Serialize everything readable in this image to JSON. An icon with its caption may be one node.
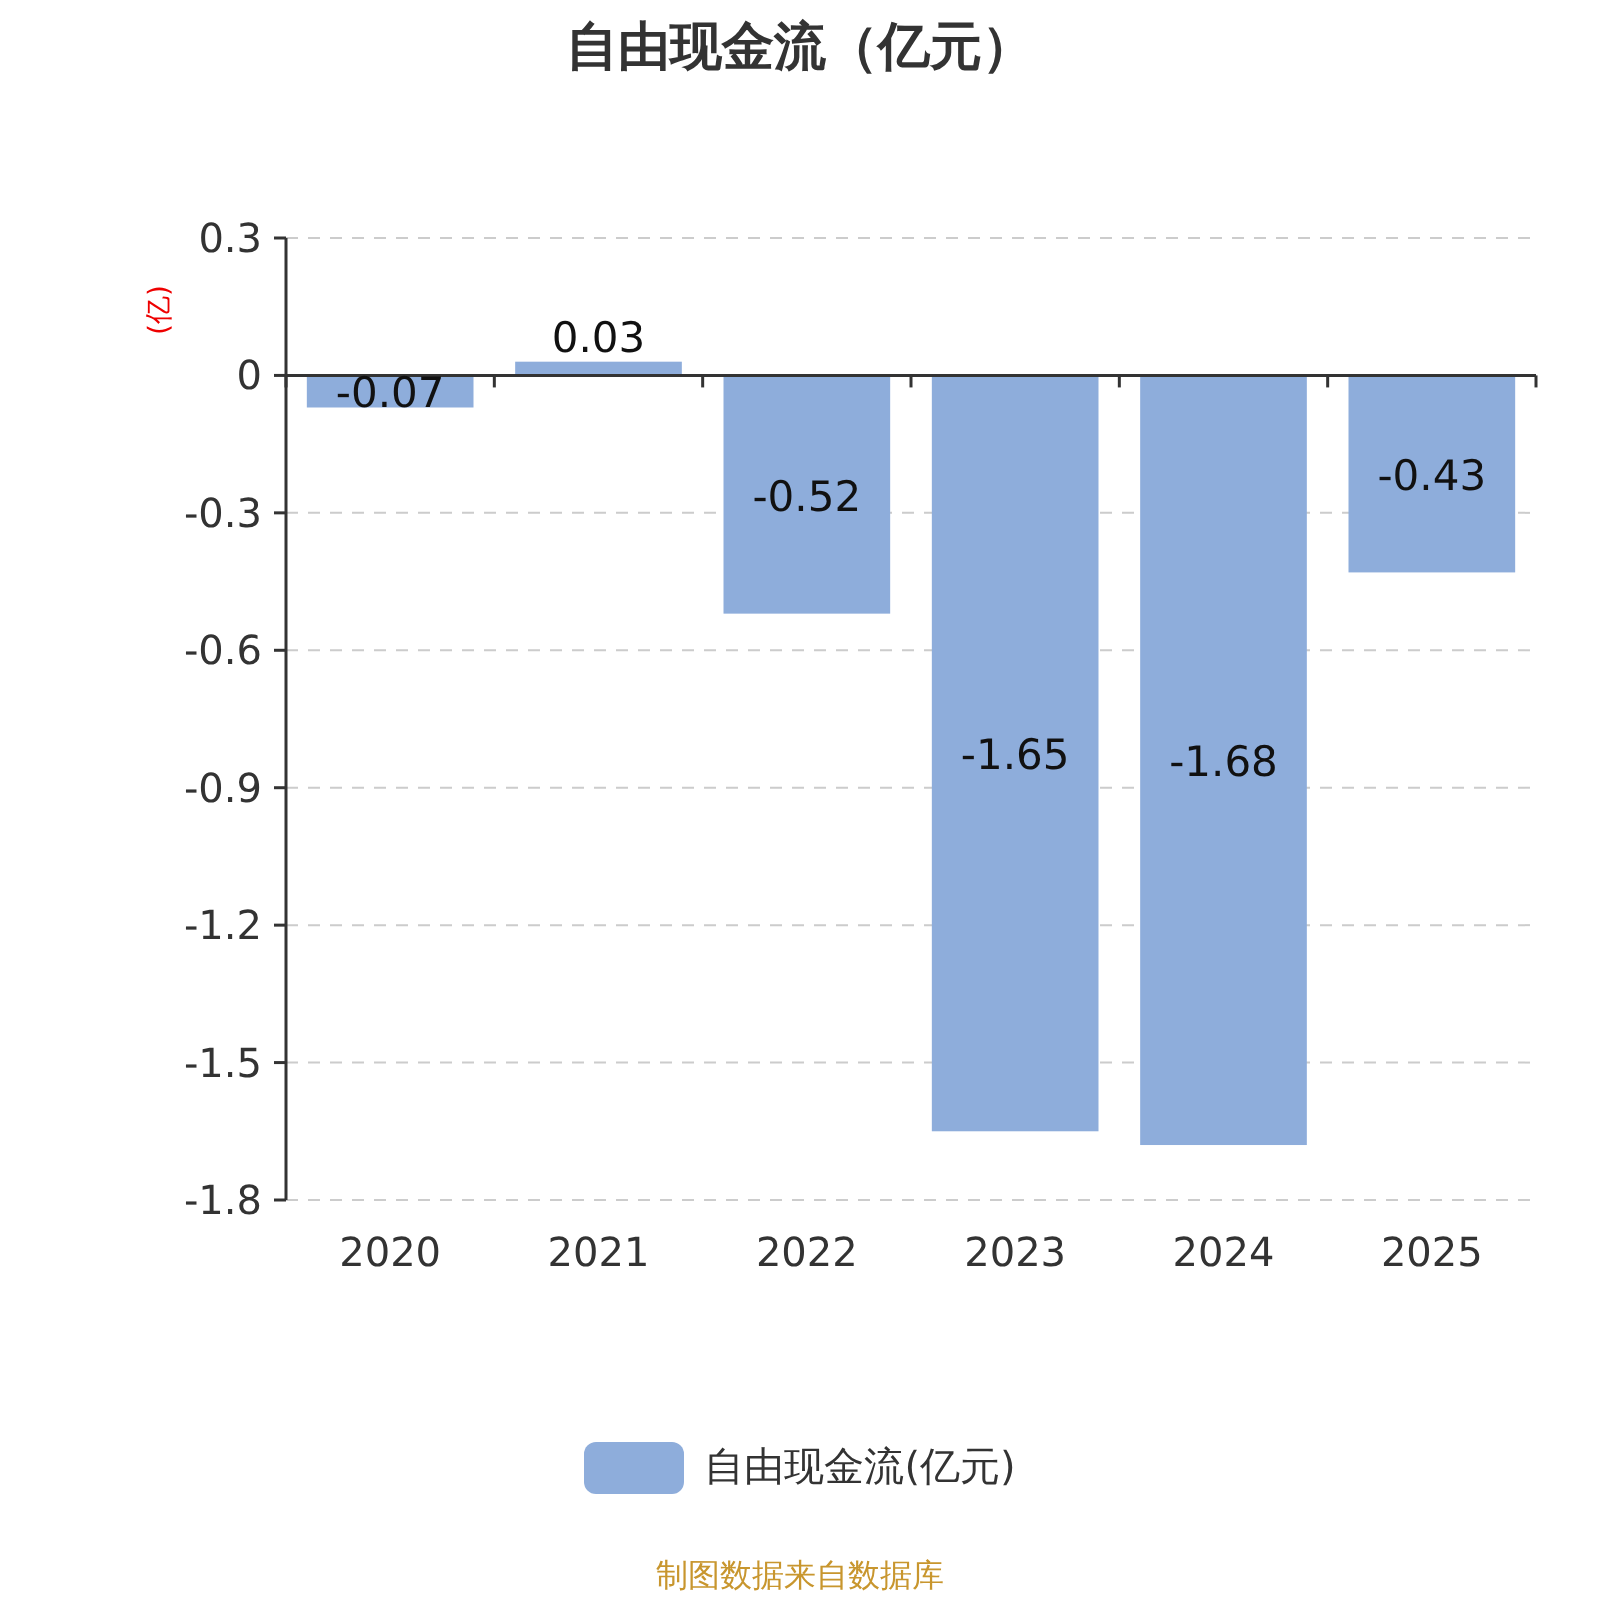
{
  "diagram": {
    "title": "自由现金流（亿元）",
    "caption": "制图数据来自数据库",
    "legend": [
      {
        "text": "自由现金流(亿元)",
        "color": "#8eaddb"
      }
    ],
    "chart_data": {
      "type": "bar",
      "ylabel": "(亿)",
      "categories": [
        "2020",
        "2021",
        "2022",
        "2023",
        "2024",
        "2025"
      ],
      "series": [
        {
          "color": "#8eaddb",
          "values": [
            -0.07,
            0.03,
            -0.52,
            -1.65,
            -1.68,
            -0.43
          ]
        }
      ],
      "ylim": [
        -1.8,
        0.3
      ],
      "yticks": [
        0.3,
        0,
        -0.3,
        -0.6,
        -0.9,
        -1.2,
        -1.5,
        -1.8
      ],
      "data_labels": true,
      "grid": true
    }
  }
}
